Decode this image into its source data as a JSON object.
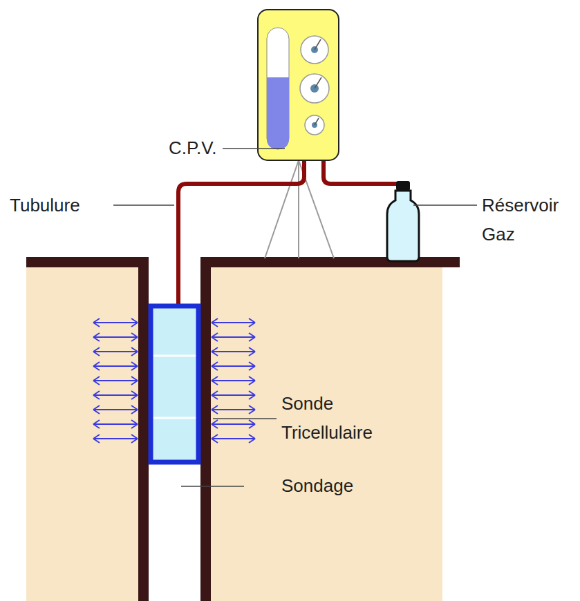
{
  "diagram": {
    "labels": [
      "C.P.V.",
      "Tubulure",
      "Réservoir Gaz",
      "Sonde Tricellulaire",
      "Sondage"
    ]
  }
}
